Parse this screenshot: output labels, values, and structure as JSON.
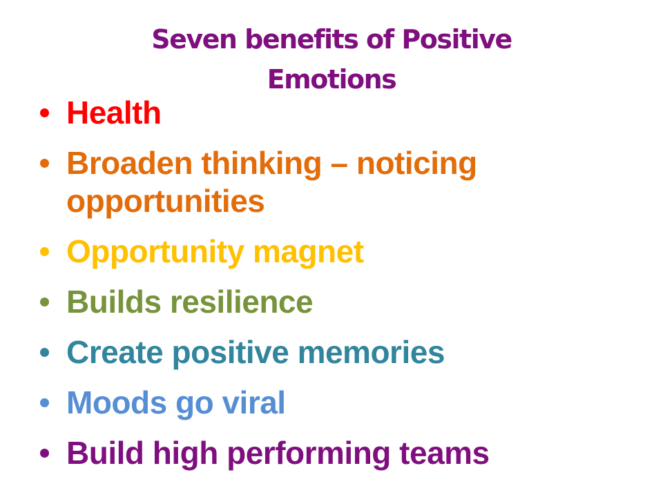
{
  "slide": {
    "title_lines": [
      "Seven benefits of Positive",
      "Emotions"
    ],
    "title_color": "#7f0f7e",
    "bullets": [
      {
        "text": "Health",
        "color": "#ff0000"
      },
      {
        "text": "Broaden thinking – noticing opportunities",
        "color": "#e36c0a"
      },
      {
        "text": "Opportunity magnet",
        "color": "#ffc000"
      },
      {
        "text": "Builds resilience",
        "color": "#77933c"
      },
      {
        "text": "Create positive memories",
        "color": "#31859c"
      },
      {
        "text": "Moods go viral",
        "color": "#558ed5"
      },
      {
        "text": "Build high performing teams",
        "color": "#7f0f7e"
      }
    ]
  }
}
